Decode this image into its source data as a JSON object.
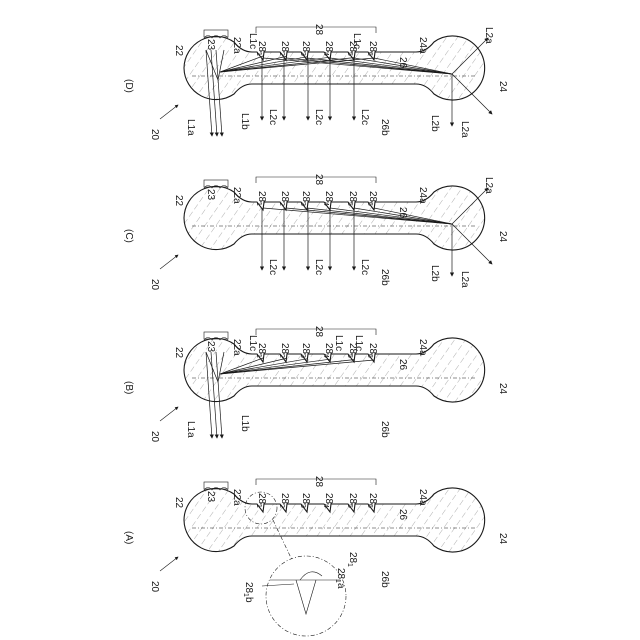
{
  "panels": {
    "A": {
      "label": "(A)",
      "ref": "20",
      "n22": "22",
      "n23": "23",
      "n22a": "22a",
      "n28": "28",
      "n28_1": "28",
      "s28_1": "1",
      "n28_2": "28",
      "s28_2": "2",
      "n28_3": "28",
      "s28_3": "3",
      "n28_4": "28",
      "s28_4": "4",
      "n28_5": "28",
      "s28_5": "5",
      "n28_6": "28",
      "s28_6": "6",
      "n26": "26",
      "n24a": "24a",
      "n24": "24",
      "n26b": "26b",
      "n281": "28",
      "s281": "1",
      "n281a": "28",
      "s281a": "1",
      "t281a": "a",
      "n281b": "28",
      "s281b": "1",
      "t281b": "b"
    },
    "B": {
      "label": "(B)",
      "ref": "20",
      "n22": "22",
      "n23": "23",
      "n22a": "22a",
      "n28": "28",
      "nL1c1": "L1c",
      "nL1c2": "L1c",
      "nL1c3": "L1c",
      "n28_1": "28",
      "s28_1": "1",
      "n28_2": "28",
      "s28_2": "2",
      "n28_3": "28",
      "s28_3": "3",
      "n28_4": "28",
      "s28_4": "4",
      "n28_5": "28",
      "s28_5": "5",
      "n28_6": "28",
      "s28_6": "6",
      "n26": "26",
      "n24a": "24a",
      "n24": "24",
      "n26b": "26b",
      "nL1a": "L1a",
      "nL1b": "L1b"
    },
    "C": {
      "label": "(C)",
      "ref": "20",
      "n22": "22",
      "n23": "23",
      "n22a": "22a",
      "n28": "28",
      "n28_1": "28",
      "s28_1": "1",
      "n28_2": "28",
      "s28_2": "2",
      "n28_3": "28",
      "s28_3": "3",
      "n28_4": "28",
      "s28_4": "4",
      "n28_5": "28",
      "s28_5": "5",
      "n28_6": "28",
      "s28_6": "6",
      "n26": "26",
      "n24a": "24a",
      "n24": "24",
      "n26b": "26b",
      "nL2a_top": "L2a",
      "nL2a_bot": "L2a",
      "nL2b": "L2b",
      "nL2c1": "L2c",
      "nL2c2": "L2c",
      "nL2c3": "L2c"
    },
    "D": {
      "label": "(D)",
      "ref": "20",
      "n22": "22",
      "n23": "23",
      "n22a": "22a",
      "n28": "28",
      "nL1c1": "L1c",
      "nL1c2": "L1c",
      "n28_1": "28",
      "s28_1": "1",
      "n28_2": "28",
      "s28_2": "2",
      "n28_3": "28",
      "s28_3": "3",
      "n28_4": "28",
      "s28_4": "4",
      "n28_5": "28",
      "s28_5": "5",
      "n28_6": "28",
      "s28_6": "6",
      "n26": "26",
      "n24a": "24a",
      "n24": "24",
      "n26b": "26b",
      "nL1a": "L1a",
      "nL1b": "L1b",
      "nL2a_top": "L2a",
      "nL2a_bot": "L2a",
      "nL2b": "L2b",
      "nL2c1": "L2c",
      "nL2c2": "L2c",
      "nL2c3": "L2c"
    }
  }
}
